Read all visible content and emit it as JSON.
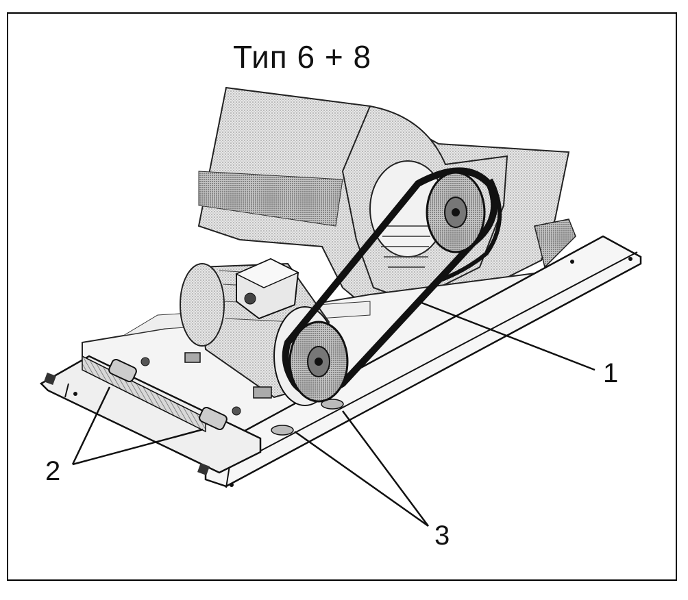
{
  "title": "Тип 6 + 8",
  "callouts": [
    {
      "id": "1",
      "label": "1"
    },
    {
      "id": "2",
      "label": "2"
    },
    {
      "id": "3",
      "label": "3"
    }
  ],
  "colors": {
    "ink": "#111111",
    "shade": "#bdbdbd",
    "light": "#dcdcdc",
    "paper": "#ffffff"
  }
}
